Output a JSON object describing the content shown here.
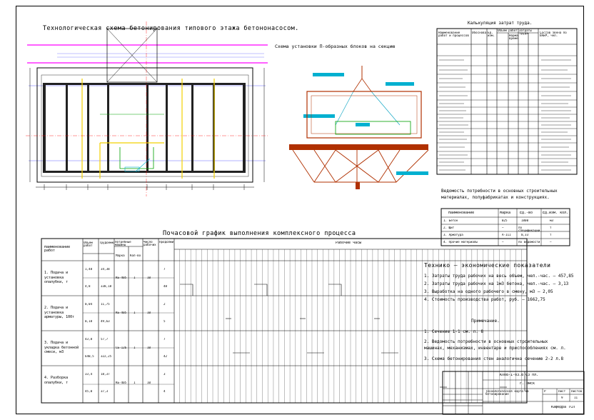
{
  "titles": {
    "plan": "Технологическая схема бетонирования типового этажа бетононасосом.",
    "section": "Схема установки П-образных блоков на секцию",
    "labor": "Калькуляция затрат труда.",
    "materials": "Ведомость потребности в основных строительных материалах, полуфабрикатах и конструкциях.",
    "schedule": "Почасовой график выполнения комплексного процесса",
    "indicators": "Технико – экономические показатели"
  },
  "schedule": {
    "headers": {
      "name": "Наименование работ",
      "volume": "Объем работ",
      "labor": "Трудоемкость",
      "machines": "Потребные машины",
      "machines_sub": [
        "Марка",
        "Кол-во"
      ],
      "crew": "Число рабочих",
      "duration": "Продолжительность",
      "hours": "Рабочие часы"
    },
    "rows": [
      {
        "name": "1. Подача и установка опалубки, т",
        "volume": [
          "1,48",
          "4,8"
        ],
        "labor": [
          "34,38",
          "338,18"
        ],
        "machine": "КБ-405",
        "count": "1",
        "crew": "10",
        "dur": [
          "7",
          "48"
        ]
      },
      {
        "name": "2. Подача и установка арматуры, 100т",
        "volume": [
          "0,04",
          "0,18"
        ],
        "labor": [
          "11,75",
          "49,63"
        ],
        "machine": "КБ-405",
        "count": "1",
        "crew": "10",
        "dur": [
          "2",
          "5"
        ]
      },
      {
        "name": "3. Подача и укладка бетонной смеси, м3",
        "volume": [
          "43,8",
          "640,5"
        ],
        "labor": [
          "57,7",
          "322,25"
        ],
        "machine": "СБ-126",
        "count": "1",
        "crew": "10",
        "dur": [
          "7",
          "42"
        ]
      },
      {
        "name": "4. Разборка опалубки, т",
        "volume": [
          "33,4",
          "45,0"
        ],
        "labor": [
          "18,37",
          "37,3"
        ],
        "machine": "КБ-405",
        "count": "1",
        "crew": "10",
        "dur": [
          "3",
          "4"
        ]
      }
    ]
  },
  "indicators": [
    "1. Затраты труда рабочих на весь объем, чел.-час. – 457,85",
    "2. Затраты труда рабочих на 1м3 бетона, чел.-час. – 3,13",
    "3. Выработка на одного рабочего в смену, м3 – 2,05",
    "4. Стоимость производства работ, руб. – 1662,75"
  ],
  "notes": {
    "title": "Примечание.",
    "items": [
      "1. Сечение 1-1 см. л. 8",
      "2. Ведомость потребности в основных строительных машинах, механизмах, инвентаре и приспособлениях см. л.",
      "3. Схема бетонирования стен аналогична сечению 2-2 л.8"
    ]
  },
  "materials": {
    "headers": [
      "Наименование",
      "Марка",
      "Ед.-во",
      "Ед.изм. кол."
    ],
    "rows": [
      [
        "1. Бетон",
        "В25",
        "1800",
        "м3"
      ],
      [
        "2. Щит",
        "—",
        "по спецификации",
        "т"
      ],
      [
        "3. Арматура",
        "А-III",
        "0,33",
        "т"
      ],
      [
        "4. Прочие материалы",
        "—",
        "по ведомости",
        "—"
      ]
    ]
  },
  "labor_table": {
    "headers": [
      "Наименование работ и процессов",
      "Обоснование",
      "Ед. изм.",
      "Объем работ",
      "Норма времени",
      "Затраты труда",
      "Состав звена по ЕНиР, чел."
    ]
  },
  "stamp": {
    "code": "КП08-1-03.8 СЗ пл.",
    "city": "г. омск",
    "sheet": "Лист",
    "sheets": "Листов",
    "stage": "Р",
    "sheet_no": "9",
    "sheets_no": "11",
    "doc": "Технологическая карта на бетонирование",
    "group": "Кафедра ТСП"
  }
}
